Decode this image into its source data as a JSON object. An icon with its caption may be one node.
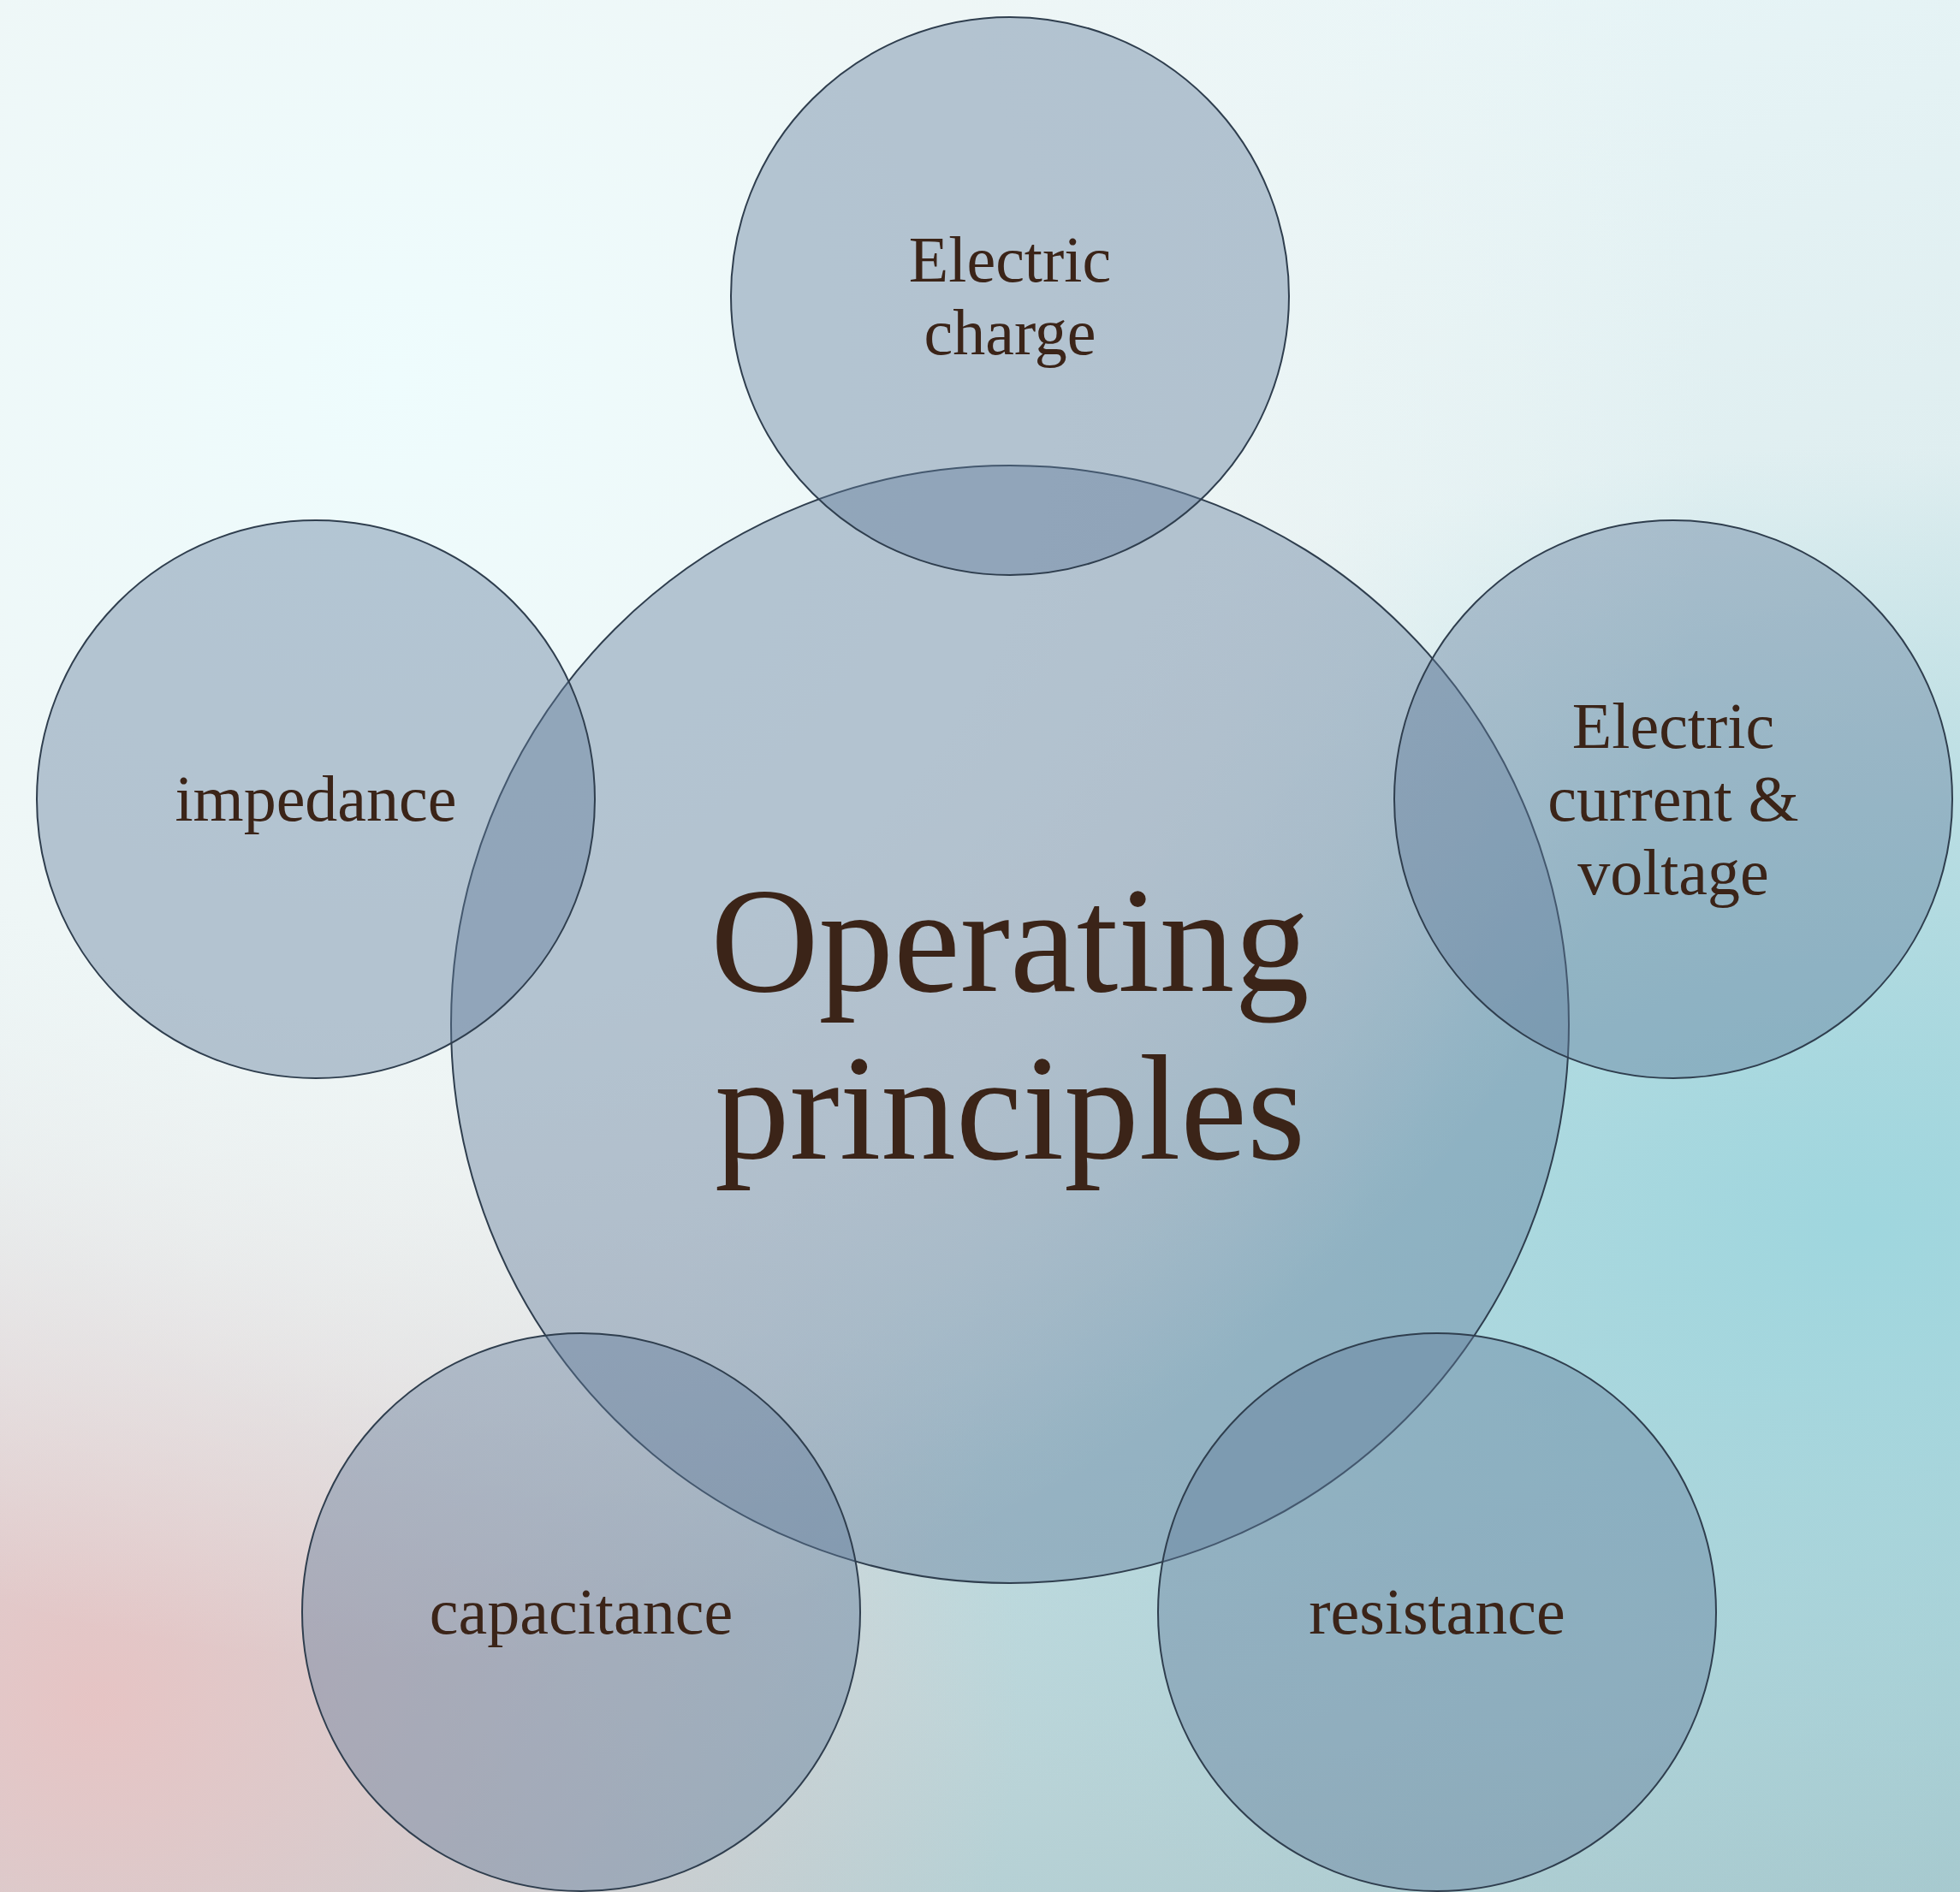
{
  "diagram": {
    "nodes": [
      {
        "text": [
          "Operating principles"
        ]
      },
      {
        "text": [
          "Electric charge"
        ]
      },
      {
        "text": [
          "Electric current & voltage"
        ]
      },
      {
        "text": [
          "resistance"
        ]
      },
      {
        "text": [
          "capacitance"
        ]
      },
      {
        "text": [
          "impedance"
        ]
      }
    ]
  }
}
